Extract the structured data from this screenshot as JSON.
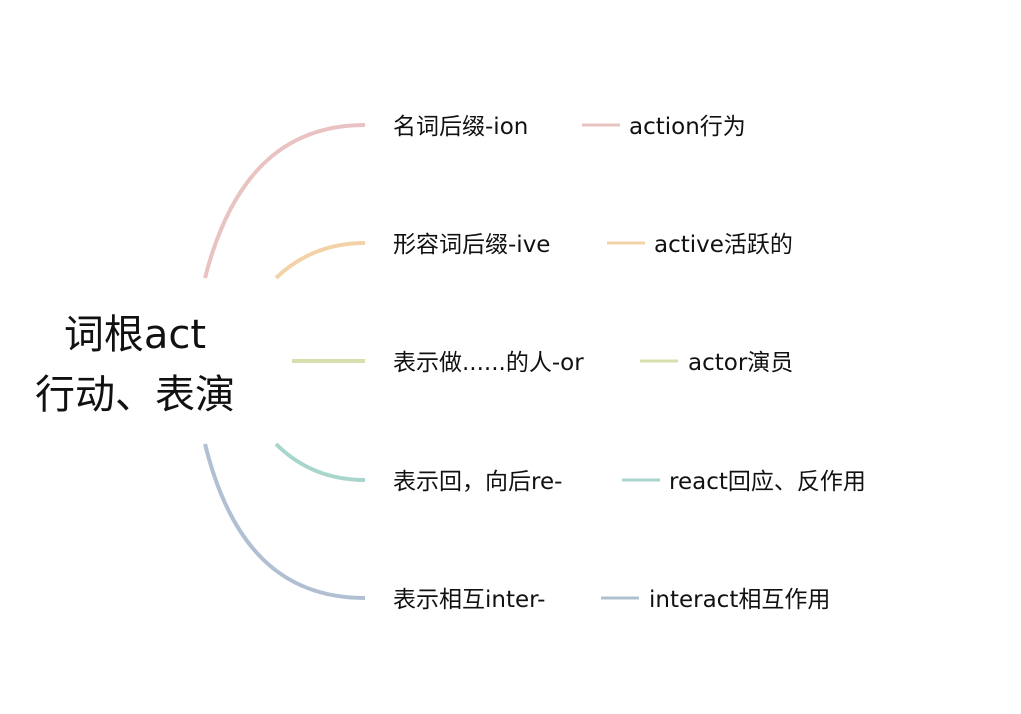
{
  "root": {
    "line1": "词根act",
    "line2": "行动、表演"
  },
  "branches": [
    {
      "label": "名词后缀-ion",
      "child": "action行为",
      "color": "#e8c3c2"
    },
    {
      "label": "形容词后缀-ive",
      "child": "active活跃的",
      "color": "#f4d2a8"
    },
    {
      "label": "表示做......的人-or",
      "child": "actor演员",
      "color": "#d6dfae"
    },
    {
      "label": "表示回，向后re-",
      "child": "react回应、反作用",
      "color": "#a9d6cc"
    },
    {
      "label": "表示相互inter-",
      "child": "interact相互作用",
      "color": "#b0c0d2"
    }
  ]
}
